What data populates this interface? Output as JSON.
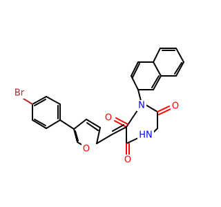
{
  "atoms": {
    "br": {
      "text": "Br",
      "color": "#a52a2a"
    },
    "o_furan": {
      "text": "O",
      "color": "#ff0000"
    },
    "o_top": {
      "text": "O",
      "color": "#ff0000"
    },
    "o_left": {
      "text": "O",
      "color": "#ff0000"
    },
    "o_bottom": {
      "text": "O",
      "color": "#ff0000"
    },
    "n1": {
      "text": "N",
      "color": "#0000ff"
    },
    "nh": {
      "text": "HN",
      "color": "#0000ff"
    }
  }
}
